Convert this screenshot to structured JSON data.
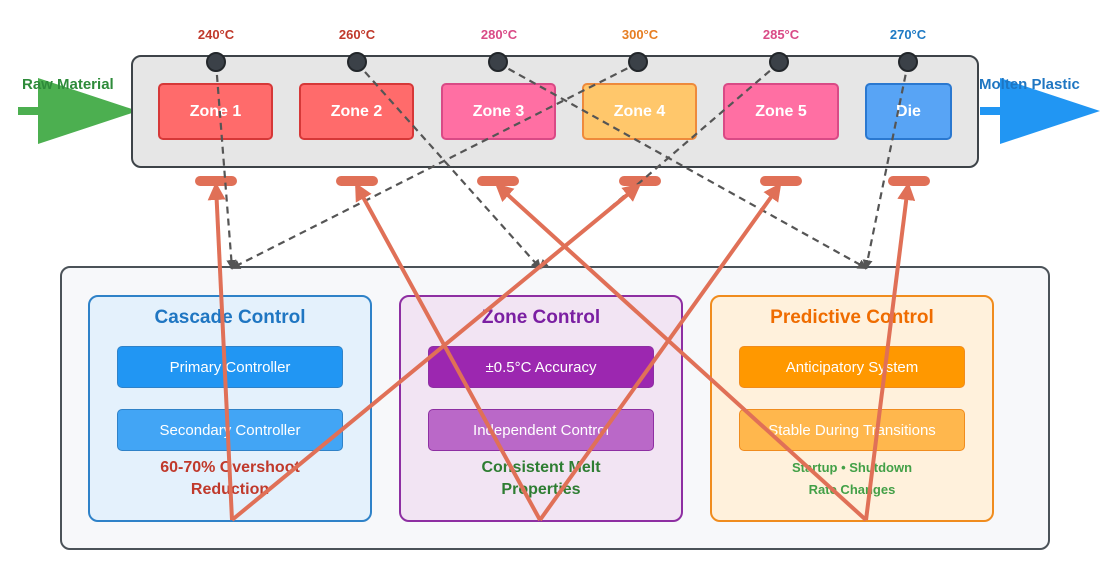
{
  "input_label": "Raw Material",
  "output_label": "Molten Plastic",
  "zones": [
    {
      "label": "Zone 1",
      "temperature": "240°C",
      "fill": "#ff6b6b",
      "border": "#d63838",
      "temp_color": "#c0392b"
    },
    {
      "label": "Zone 2",
      "temperature": "260°C",
      "fill": "#ff6b6b",
      "border": "#d63838",
      "temp_color": "#c0392b"
    },
    {
      "label": "Zone 3",
      "temperature": "280°C",
      "fill": "#ff6fa3",
      "border": "#d94a86",
      "temp_color": "#d94a86"
    },
    {
      "label": "Zone 4",
      "temperature": "300°C",
      "fill": "#ffc76b",
      "border": "#ee8a3c",
      "temp_color": "#e67e22"
    },
    {
      "label": "Zone 5",
      "temperature": "285°C",
      "fill": "#ff6fa3",
      "border": "#d94a86",
      "temp_color": "#d94a86"
    },
    {
      "label": "Die",
      "temperature": "270°C",
      "fill": "#58a4f5",
      "border": "#2a78d0",
      "temp_color": "#1f7ac4"
    }
  ],
  "strategies": [
    {
      "title": "Cascade Control",
      "items": [
        "Primary Controller",
        "Secondary Controller"
      ],
      "benefit": "60-70% Overshoot\nReduction",
      "colors": {
        "bg": "#e4f1fc",
        "border": "#2f82c8",
        "title": "#1f76c2",
        "item1": "#2196f3",
        "item2": "#42a5f5",
        "benefit": "#c0392b"
      }
    },
    {
      "title": "Zone Control",
      "items": [
        "±0.5°C Accuracy",
        "Independent Control"
      ],
      "benefit": "Consistent Melt\nProperties",
      "colors": {
        "bg": "#f2e4f3",
        "border": "#8e2fa2",
        "title": "#7b1fa2",
        "item1": "#9c27b0",
        "item2": "#ba68c8",
        "benefit": "#2e7d32"
      }
    },
    {
      "title": "Predictive Control",
      "items": [
        "Anticipatory System",
        "Stable During Transitions"
      ],
      "benefit": "Startup • Shutdown\nRate Changes",
      "colors": {
        "bg": "#fff1dc",
        "border": "#f08c1e",
        "title": "#ef6c00",
        "item1": "#ff9800",
        "item2": "#ffb74d",
        "benefit": "#43a047"
      }
    }
  ],
  "colors": {
    "input_arrow": "#4caf50",
    "input_label": "#2e8b3a",
    "output_arrow": "#2196f3",
    "output_label": "#1f76c2",
    "heater": "#e07057",
    "feedback_line": "#555555"
  }
}
